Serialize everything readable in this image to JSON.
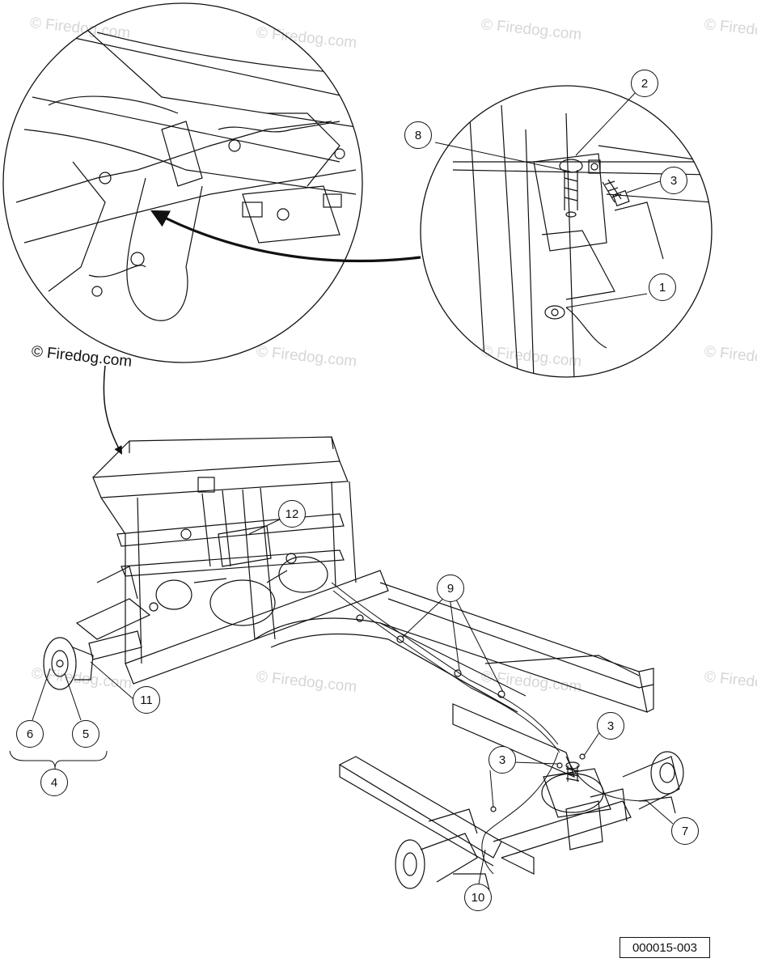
{
  "watermark": "© Firedog.com",
  "copyright": "© Firedog.com",
  "figure_code": "000015-003",
  "callouts": {
    "c1": "1",
    "c2": "2",
    "c3a": "3",
    "c8": "8",
    "c12": "12",
    "c9": "9",
    "c11": "11",
    "c6": "6",
    "c5": "5",
    "c4": "4",
    "c3b": "3",
    "c3c": "3",
    "c7": "7",
    "c10": "10"
  },
  "colors": {
    "line": "#111111",
    "watermark": "#d6d6d6",
    "background": "#ffffff"
  }
}
